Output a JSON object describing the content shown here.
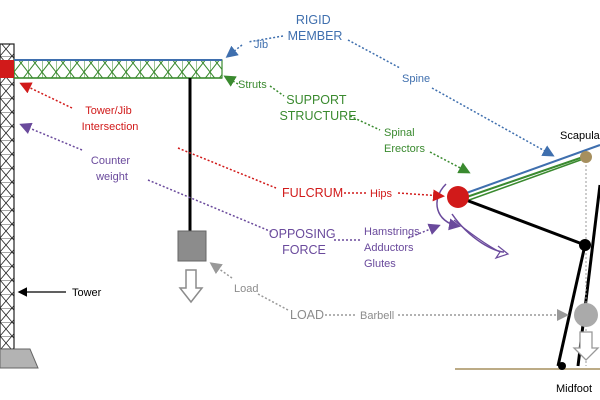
{
  "colors": {
    "blue": "#3f6fae",
    "green": "#3a8a2f",
    "red": "#d11a1a",
    "purple": "#6a4a9c",
    "gray": "#8c8c8c",
    "tan": "#a68f5e",
    "black": "#000000"
  },
  "crane": {
    "tower": "Tower",
    "jib": "Jib",
    "struts": "Struts",
    "tower_jib_intersection": [
      "Tower/Jib",
      "Intersection"
    ],
    "counter_weight": [
      "Counter",
      "weight"
    ],
    "load": "Load"
  },
  "categories": {
    "rigid_member": [
      "RIGID",
      "MEMBER"
    ],
    "support_structure": [
      "SUPPORT",
      "STRUCTURE"
    ],
    "fulcrum": "FULCRUM",
    "opposing_force": [
      "OPPOSING",
      "FORCE"
    ],
    "load": "LOAD"
  },
  "body": {
    "spine": "Spine",
    "spinal_erectors": [
      "Spinal",
      "Erectors"
    ],
    "hips": "Hips",
    "muscles": [
      "Hamstrings",
      "Adductors",
      "Glutes"
    ],
    "barbell": "Barbell",
    "scapula": "Scapula",
    "midfoot": "Midfoot"
  }
}
